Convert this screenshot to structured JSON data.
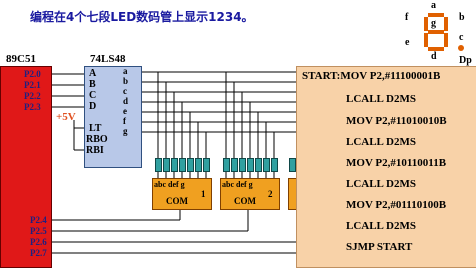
{
  "title": "编程在4个七段LED数码管上显示1234。",
  "mcu": {
    "name": "89C51",
    "pins_top": [
      "P2.0",
      "P2.1",
      "P2.2",
      "P2.3"
    ],
    "pins_bottom": [
      "P2.4",
      "P2.5",
      "P2.6",
      "P2.7"
    ]
  },
  "decoder": {
    "name": "74LS48",
    "inputs": [
      "A",
      "B",
      "C",
      "D"
    ],
    "controls": [
      "LT",
      "RBO",
      "RBI"
    ],
    "outputs": [
      "a",
      "b",
      "c",
      "d",
      "e",
      "f",
      "g"
    ]
  },
  "vcc_label": "+5V",
  "displays": [
    {
      "pins": "abc def g",
      "com": "COM",
      "digit": "1"
    },
    {
      "pins": "abc def g",
      "com": "COM",
      "digit": "2"
    }
  ],
  "segment_diagram": {
    "labels": [
      "a",
      "b",
      "c",
      "d",
      "e",
      "f",
      "g",
      "Dp"
    ]
  },
  "code_lines": [
    "START:MOV   P2,#11100001B",
    "LCALL  D2MS",
    "MOV   P2,#11010010B",
    "LCALL  D2MS",
    "MOV    P2,#10110011B",
    "LCALL  D2MS",
    "MOV    P2,#01110100B",
    "LCALL  D2MS",
    "SJMP   START"
  ],
  "colors": {
    "mcu": "#e01818",
    "decoder": "#b8c8e8",
    "code_box": "#f8d2a8",
    "display": "#f0a020",
    "resistor": "#30a0a0",
    "title": "#1a1aa0",
    "segment": "#e06000"
  }
}
